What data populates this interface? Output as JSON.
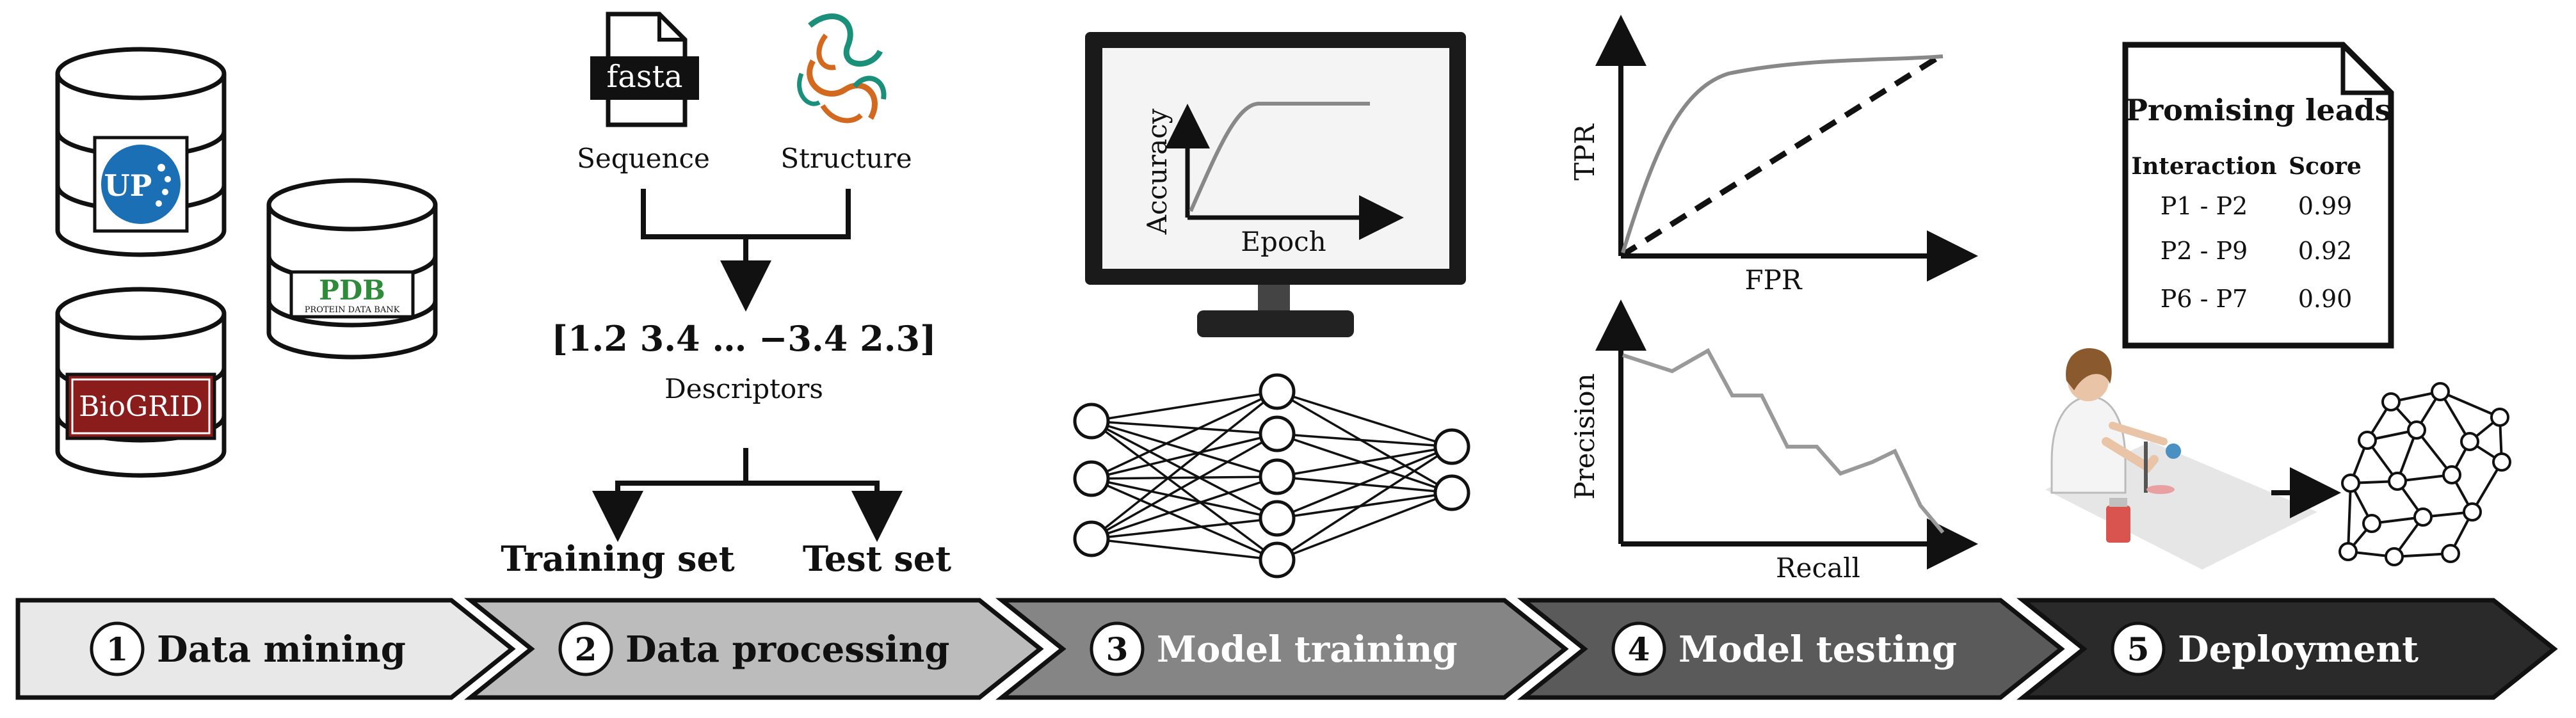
{
  "databases": {
    "uniprot_label": "UP",
    "pdb_label": "PDB",
    "pdb_sub": "PROTEIN DATA BANK",
    "biogrid_label": "BioGRID"
  },
  "processing": {
    "fasta_label": "fasta",
    "sequence_label": "Sequence",
    "structure_label": "Structure",
    "descriptor_vector": "[1.2  3.4  …  −3.4  2.3]",
    "descriptors_label": "Descriptors",
    "training_set_label": "Training set",
    "test_set_label": "Test set"
  },
  "training": {
    "accuracy_label": "Accuracy",
    "epoch_label": "Epoch"
  },
  "testing": {
    "tpr_label": "TPR",
    "fpr_label": "FPR",
    "precision_label": "Precision",
    "recall_label": "Recall"
  },
  "deployment": {
    "card_title": "Promising leads",
    "col_interaction": "Interaction",
    "col_score": "Score",
    "rows": [
      {
        "interaction": "P1 - P2",
        "score": "0.99"
      },
      {
        "interaction": "P2 - P9",
        "score": "0.92"
      },
      {
        "interaction": "P6 - P7",
        "score": "0.90"
      }
    ]
  },
  "steps": [
    {
      "number": "1",
      "label": "Data mining",
      "fill": "#e8e8e8",
      "text_color": "#111111"
    },
    {
      "number": "2",
      "label": "Data processing",
      "fill": "#bcbcbc",
      "text_color": "#111111"
    },
    {
      "number": "3",
      "label": "Model training",
      "fill": "#858585",
      "text_color": "#ffffff"
    },
    {
      "number": "4",
      "label": "Model testing",
      "fill": "#5a5a5a",
      "text_color": "#ffffff"
    },
    {
      "number": "5",
      "label": "Deployment",
      "fill": "#2a2a2a",
      "text_color": "#ffffff"
    }
  ]
}
